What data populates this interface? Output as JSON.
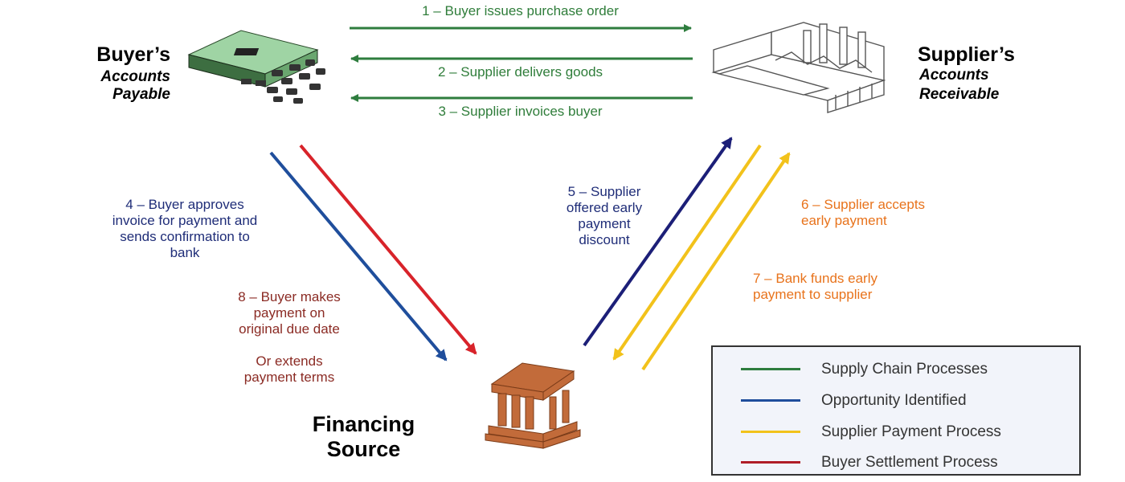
{
  "buyer": {
    "title": "Buyer’s",
    "line1": "Accounts",
    "line2": "Payable"
  },
  "supplier": {
    "title": "Supplier’s",
    "line1": "Accounts",
    "line2": "Receivable"
  },
  "financing": {
    "line1": "Financing",
    "line2": "Source"
  },
  "steps": {
    "s1": "1 – Buyer issues purchase order",
    "s2": "2 – Supplier delivers goods",
    "s3": "3 – Supplier invoices buyer",
    "s4": [
      "4 – Buyer approves",
      "invoice for payment and",
      "sends confirmation to",
      "bank"
    ],
    "s5": [
      "5 – Supplier",
      "offered early",
      "payment",
      "discount"
    ],
    "s6": [
      "6 – Supplier accepts",
      "early payment"
    ],
    "s7": [
      "7 – Bank funds early",
      "payment to supplier"
    ],
    "s8": [
      "8 – Buyer makes",
      "payment on",
      "original due date"
    ],
    "s8b": [
      "Or extends",
      "payment terms"
    ]
  },
  "legend": [
    {
      "label": "Supply Chain Processes",
      "color": "#2e7d3e"
    },
    {
      "label": "Opportunity Identified",
      "color": "#1f4e9c"
    },
    {
      "label": "Supplier Payment Process",
      "color": "#f2c21b"
    },
    {
      "label": "Buyer Settlement Process",
      "color": "#b01d27"
    }
  ],
  "colors": {
    "supply_chain": "#2e7d3e",
    "opportunity": "#1f4e9c",
    "opportunity_dark": "#1c1f78",
    "supplier_payment": "#f2c21b",
    "buyer_settlement": "#d8232a",
    "label_green": "#2f7d3a",
    "label_navy": "#1f2d78",
    "label_orange": "#e8731c",
    "label_maroon": "#8b2b24",
    "bank": "#c26b3a"
  }
}
